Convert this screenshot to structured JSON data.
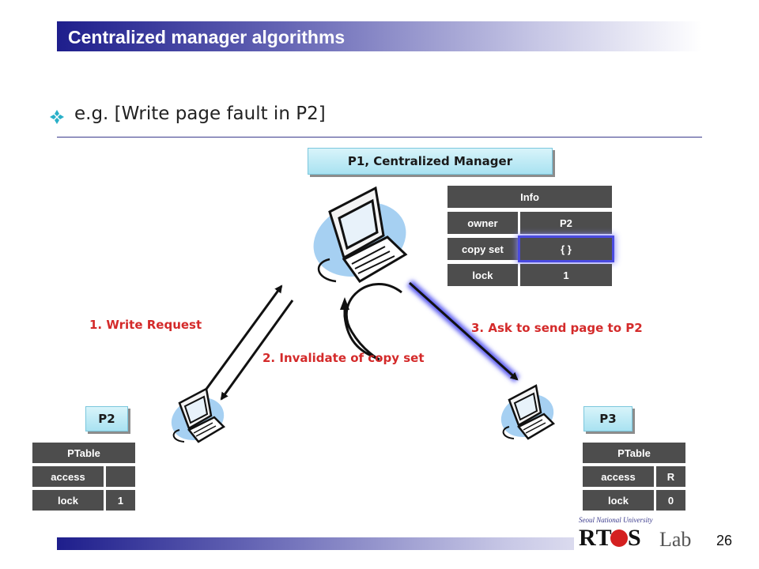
{
  "slide": {
    "title": "Centralized manager algorithms",
    "subtitle": "e.g. [Write page fault in P2]",
    "page_number": "26"
  },
  "manager": {
    "label": "P1, Centralized Manager",
    "info_table": {
      "header": "Info",
      "rows": [
        {
          "key": "owner",
          "value": "P2"
        },
        {
          "key": "copy set",
          "value": "{ }"
        },
        {
          "key": "lock",
          "value": "1"
        }
      ]
    }
  },
  "p2": {
    "label": "P2",
    "ptable": {
      "header": "PTable",
      "rows": [
        {
          "key": "access",
          "value": ""
        },
        {
          "key": "lock",
          "value": "1"
        }
      ]
    }
  },
  "p3": {
    "label": "P3",
    "ptable": {
      "header": "PTable",
      "rows": [
        {
          "key": "access",
          "value": "R"
        },
        {
          "key": "lock",
          "value": "0"
        }
      ]
    }
  },
  "steps": {
    "step1": "1.  Write Request",
    "step2": "2. Invalidate of copy set",
    "step3": "3. Ask to send page to P2"
  },
  "logo": {
    "university": "Seoul National University",
    "name_rt": "RT",
    "name_s": "S",
    "name_lab": "Lab"
  },
  "colors": {
    "title_bar": "#1e1e8c",
    "label_red": "#d42a2a",
    "table_cell": "#4d4d4d",
    "button_fill": "#a9e2f1",
    "highlight": "#4a4ae0"
  }
}
